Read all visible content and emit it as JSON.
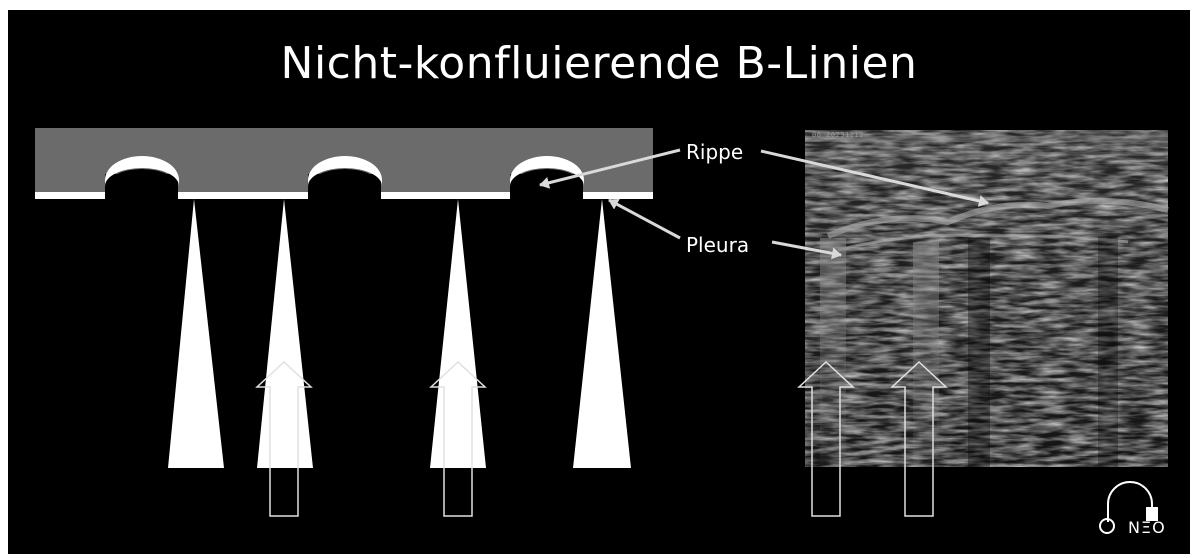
{
  "title": "Nicht-konfluierende B-Linien",
  "labels": {
    "rib": "Rippe",
    "pleura": "Pleura"
  },
  "ultrasound": {
    "stamp": "06 20231212"
  },
  "logo": {
    "text": "NΞO"
  },
  "colors": {
    "background": "#000000",
    "chest_wall": "#6b6b6b",
    "pleura_line": "#ffffff",
    "b_line": "#ffffff",
    "annotation_arrow": "#d9d9d9",
    "outline_arrow": "#e0e0e0"
  },
  "icons": [
    "headphone-stethoscope-logo-icon",
    "outline-up-arrow-icon"
  ]
}
